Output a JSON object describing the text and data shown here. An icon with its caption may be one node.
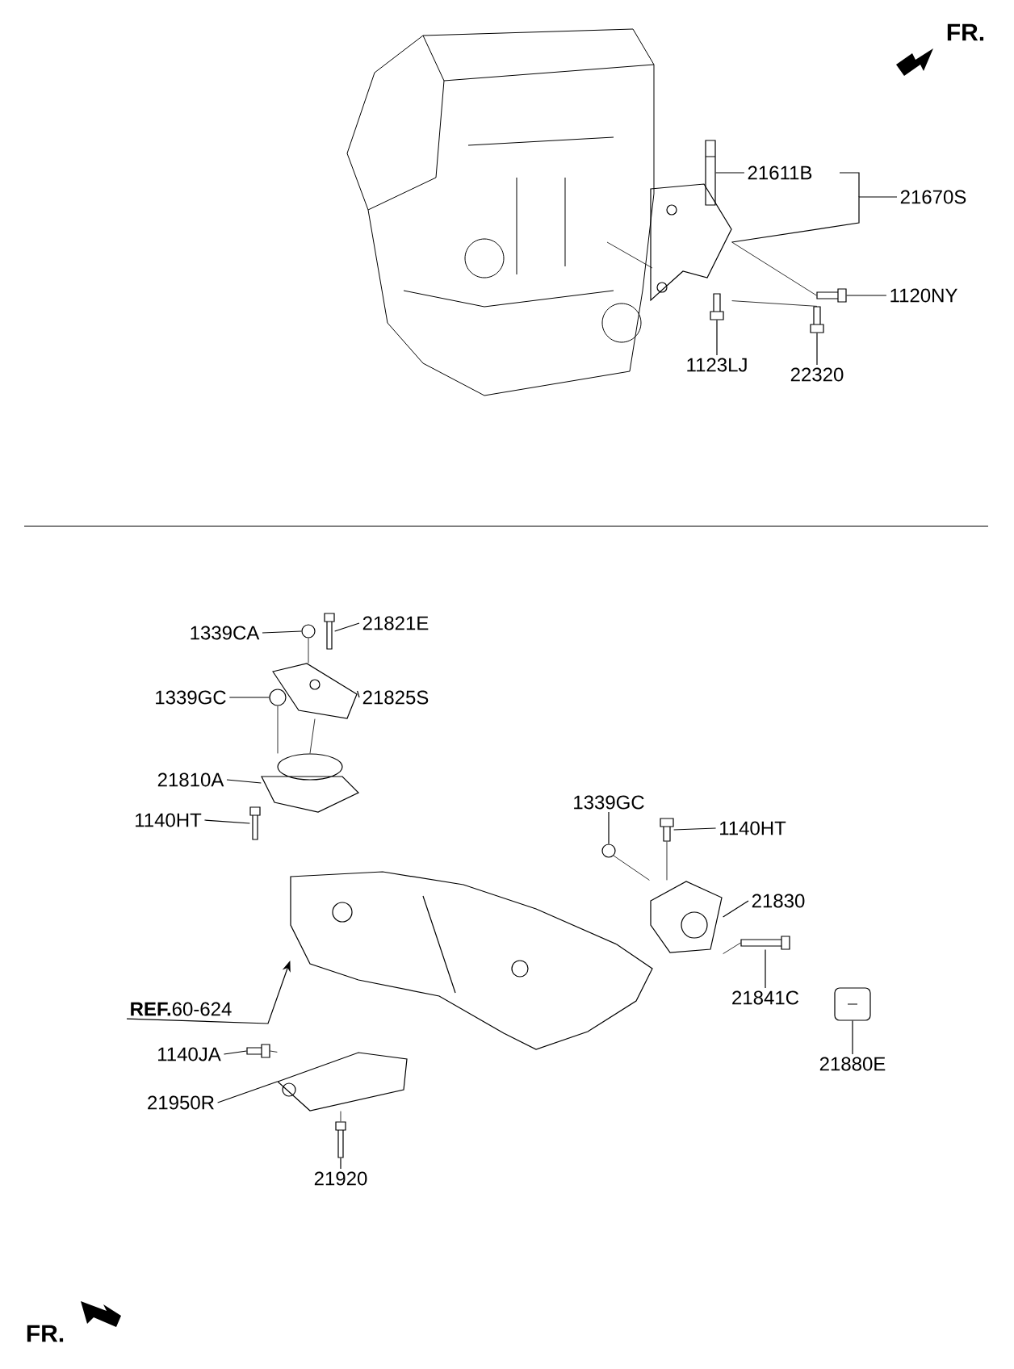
{
  "diagram": {
    "nodes": [
      {
        "text": [
          "21611B"
        ]
      },
      {
        "text": [
          "21670S"
        ]
      },
      {
        "text": [
          "1120NY"
        ]
      },
      {
        "text": [
          "1123LJ"
        ]
      },
      {
        "text": [
          "22320"
        ]
      },
      {
        "text": [
          "1339CA"
        ]
      },
      {
        "text": [
          "21821E"
        ]
      },
      {
        "text": [
          "1339GC"
        ]
      },
      {
        "text": [
          "21825S"
        ]
      },
      {
        "text": [
          "21810A"
        ]
      },
      {
        "text": [
          "1140HT"
        ]
      },
      {
        "text": [
          "1339GC"
        ]
      },
      {
        "text": [
          "1140HT"
        ]
      },
      {
        "text": [
          "21830"
        ]
      },
      {
        "text": [
          "**REF.**60-624"
        ]
      },
      {
        "text": [
          "21841C"
        ]
      },
      {
        "text": [
          "21880E"
        ]
      },
      {
        "text": [
          "1140JA"
        ]
      },
      {
        "text": [
          "21950R"
        ]
      },
      {
        "text": [
          "21920"
        ]
      },
      {
        "text": [],
        "shape": "picture"
      },
      {
        "text": [],
        "shape": "picture"
      },
      {
        "text": [],
        "shape": "picture"
      },
      {
        "text": [],
        "shape": "picture"
      },
      {
        "text": [],
        "shape": "picture"
      },
      {
        "text": [],
        "shape": "circle"
      },
      {
        "text": [],
        "shape": "picture"
      },
      {
        "text": [],
        "shape": "circle"
      },
      {
        "text": [],
        "shape": "picture"
      },
      {
        "text": [],
        "shape": "picture"
      },
      {
        "text": [],
        "shape": "picture"
      },
      {
        "text": [],
        "shape": "circle"
      },
      {
        "text": [],
        "shape": "picture"
      },
      {
        "text": [],
        "shape": "picture"
      },
      {
        "text": [],
        "shape": "picture"
      },
      {
        "text": [],
        "shape": "picture"
      },
      {
        "text": [],
        "shape": "picture"
      },
      {
        "text": [],
        "shape": "picture"
      },
      {
        "text": [],
        "shape": "picture"
      },
      {
        "text": [],
        "shape": "picture"
      }
    ],
    "edges": [
      {
        "from": 0,
        "to": 20,
        "arrow": "none"
      },
      {
        "from": 1,
        "to": 21,
        "arrow": "none"
      },
      {
        "from": 2,
        "to": 22,
        "arrow": "none"
      },
      {
        "from": 3,
        "to": 23,
        "arrow": "none"
      },
      {
        "from": 4,
        "to": 24,
        "arrow": "none"
      },
      {
        "from": 5,
        "to": 25,
        "arrow": "none"
      },
      {
        "from": 6,
        "to": 26,
        "arrow": "none"
      },
      {
        "from": 7,
        "to": 27,
        "arrow": "none"
      },
      {
        "from": 8,
        "to": 28,
        "arrow": "none"
      },
      {
        "from": 9,
        "to": 29,
        "arrow": "none"
      },
      {
        "from": 10,
        "to": 30,
        "arrow": "none"
      },
      {
        "from": 11,
        "to": 31,
        "arrow": "none"
      },
      {
        "from": 12,
        "to": 32,
        "arrow": "none"
      },
      {
        "from": 13,
        "to": 33,
        "arrow": "none"
      },
      {
        "from": 14,
        "to": 34,
        "arrow": "to"
      },
      {
        "from": 15,
        "to": 35,
        "arrow": "none"
      },
      {
        "from": 16,
        "to": 36,
        "arrow": "none"
      },
      {
        "from": 17,
        "to": 37,
        "arrow": "none"
      },
      {
        "from": 18,
        "to": 38,
        "arrow": "none"
      },
      {
        "from": 19,
        "to": 39,
        "arrow": "none"
      },
      {
        "from": 25,
        "to": 28,
        "arrow": "none"
      },
      {
        "from": 27,
        "to": 29,
        "arrow": "none"
      },
      {
        "from": 21,
        "to": 22,
        "arrow": "none"
      },
      {
        "from": 21,
        "to": 24,
        "arrow": "none"
      },
      {
        "from": 31,
        "to": 33,
        "arrow": "none"
      },
      {
        "from": 32,
        "to": 33,
        "arrow": "none"
      },
      {
        "from": 37,
        "to": 38,
        "arrow": "none"
      },
      {
        "from": 39,
        "to": 38,
        "arrow": "none"
      },
      {
        "from": 28,
        "to": 29,
        "arrow": "none"
      },
      {
        "from": 33,
        "to": 35,
        "arrow": "none"
      }
    ],
    "labels": [
      "FR.",
      "FR."
    ]
  }
}
